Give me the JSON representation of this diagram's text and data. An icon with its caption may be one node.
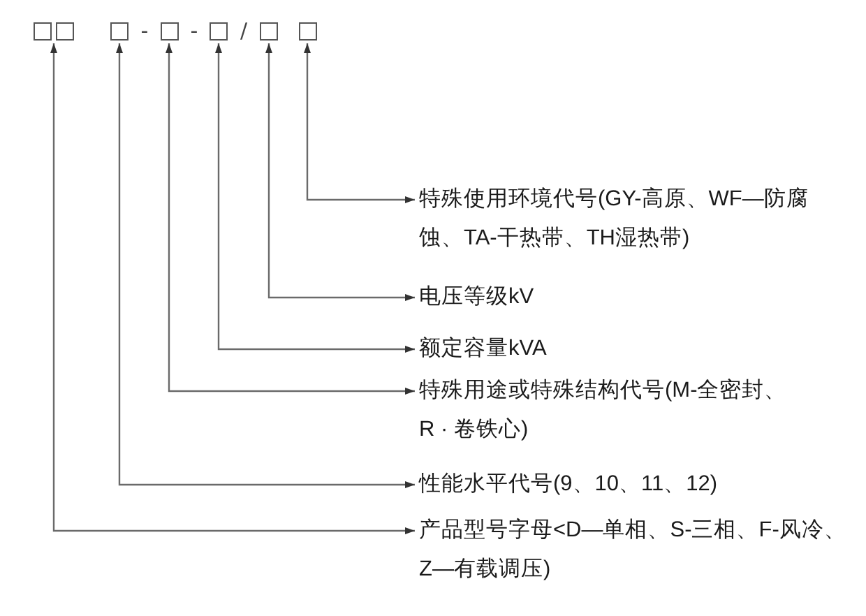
{
  "diagram": {
    "nodes": [
      {
        "text": [],
        "shape": "box"
      },
      {
        "text": [],
        "shape": "box"
      },
      {
        "text": [],
        "shape": "box"
      },
      {
        "text": [],
        "shape": "box"
      },
      {
        "text": [],
        "shape": "box"
      },
      {
        "text": [],
        "shape": "box"
      },
      {
        "text": [],
        "shape": "box"
      },
      {
        "text": [
          "特殊使用环境代号(GY-高原、WF—防腐蚀、TA-干热带、TH湿热带)"
        ]
      },
      {
        "text": [
          "电压等级kV"
        ]
      },
      {
        "text": [
          "额定容量kVA"
        ]
      },
      {
        "text": [
          "特殊用途或特殊结构代号(M-全密封、R · 卷铁心)"
        ]
      },
      {
        "text": [
          "性能水平代号(9、10、11、12)"
        ]
      },
      {
        "text": [
          "产品型号字母<D—单相、S-三相、F-风冷、Z—有载调压)"
        ]
      }
    ],
    "edges": [
      {
        "from": 0,
        "to": 12,
        "arrow": "both"
      },
      {
        "from": 1,
        "to": 12,
        "arrow": "both"
      },
      {
        "from": 2,
        "to": 11,
        "arrow": "both"
      },
      {
        "from": 3,
        "to": 10,
        "arrow": "both"
      },
      {
        "from": 4,
        "to": 9,
        "arrow": "both"
      },
      {
        "from": 5,
        "to": 8,
        "arrow": "both"
      },
      {
        "from": 6,
        "to": 7,
        "arrow": "both"
      }
    ],
    "labels": [
      "-",
      "-",
      "/"
    ]
  }
}
